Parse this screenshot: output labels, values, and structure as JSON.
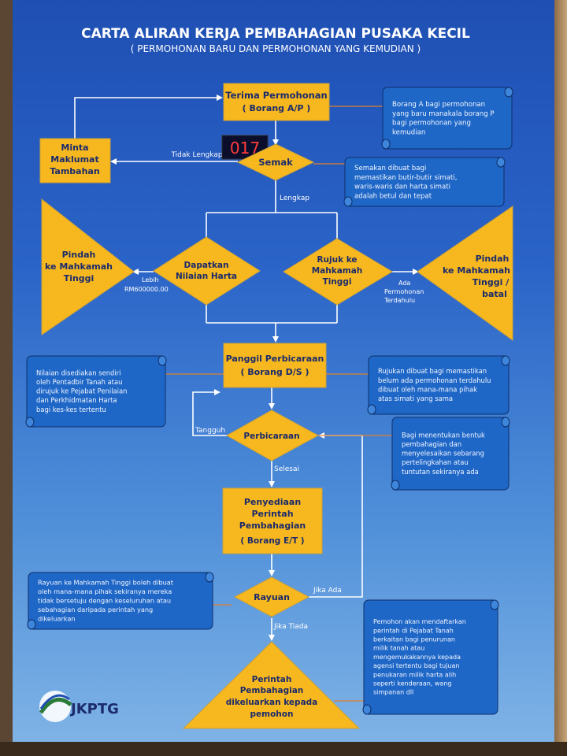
{
  "title": "CARTA ALIRAN  KERJA PEMBAHAGIAN PUSAKA KECIL",
  "subtitle": "( PERMOHONAN BARU DAN PERMOHONAN YANG KEMUDIAN )",
  "nodes": {
    "terima": [
      "Terima Permohonan",
      "( Borang A/P )"
    ],
    "minta": [
      "Minta",
      "Maklumat",
      "Tambahan"
    ],
    "semak": [
      "Semak"
    ],
    "dapatkan": [
      "Dapatkan",
      "Nilaian Harta"
    ],
    "rujuk": [
      "Rujuk ke",
      "Mahkamah",
      "Tinggi"
    ],
    "pindah_left": [
      "Pindah",
      "ke Mahkamah",
      "Tinggi"
    ],
    "pindah_right": [
      "Pindah",
      "ke Mahkamah",
      "Tinggi /",
      "batal"
    ],
    "panggil": [
      "Panggil Perbicaraan",
      "( Borang D/S )"
    ],
    "perbicaraan": [
      "Perbicaraan"
    ],
    "penyediaan": [
      "Penyediaan",
      "Perintah",
      "Pembahagian",
      "( Borang E/T )"
    ],
    "rayuan": [
      "Rayuan"
    ],
    "perintah": [
      "Perintah",
      "Pembahagian",
      "dikeluarkan kepada",
      "pemohon"
    ]
  },
  "edges": {
    "tidak_lengkap": "Tidak Lengkap",
    "lengkap": "Lengkap",
    "lebih": [
      "Lebih",
      "RM600000.00"
    ],
    "ada": [
      "Ada",
      "Permohonan",
      "Terdahulu"
    ],
    "tangguh": "Tangguh",
    "selesai": "Selesai",
    "jika_ada": "Jika Ada",
    "jika_tiada": "Jika Tiada"
  },
  "notes": {
    "n1": [
      "Borang A bagi permohonan",
      "yang baru manakala borang P",
      "bagi permohonan yang",
      "kemudian"
    ],
    "n2": [
      "Semakan dibuat bagi",
      "memastikan butir-butir simati,",
      "waris-waris dan harta simati",
      "adalah betul dan tepat"
    ],
    "n3": [
      "Nilaian disediakan sendiri",
      "oleh Pentadbir Tanah atau",
      "dirujuk ke Pejabat Penilaian",
      "dan Perkhidmatan Harta",
      "bagi kes-kes tertentu"
    ],
    "n4": [
      "Rujukan dibuat bagi memastikan",
      "belum ada permohonan terdahulu",
      "dibuat oleh mana-mana pihak",
      "atas simati yang sama"
    ],
    "n5": [
      "Bagi menentukan bentuk",
      "pembahagian dan",
      "menyelesaikan sebarang",
      "pertelingkahan atau",
      "tuntutan sekiranya ada"
    ],
    "n6": [
      "Rayuan ke Mahkamah Tinggi boleh dibuat",
      "oleh mana-mana pihak sekiranya mereka",
      "tidak bersetuju dengan keseluruhan atau",
      "sebahagian daripada perintah yang",
      "dikeluarkan"
    ],
    "n7": [
      "Pemohon akan mendaftarkan",
      "perintah di Pejabat Tanah",
      "berkaitan bagi penurunan",
      "milik tanah atau",
      "mengemukakannya kepada",
      "agensi tertentu bagi tujuan",
      "penukaran milik harta alih",
      "seperti kenderaan, wang",
      "simpanan dll"
    ]
  },
  "counter": "017",
  "logo_text": "JKPTG",
  "colors": {
    "box": "#f7b81f",
    "note": "#1f67c7",
    "title": "#ffffff",
    "line": "#ffffff"
  }
}
